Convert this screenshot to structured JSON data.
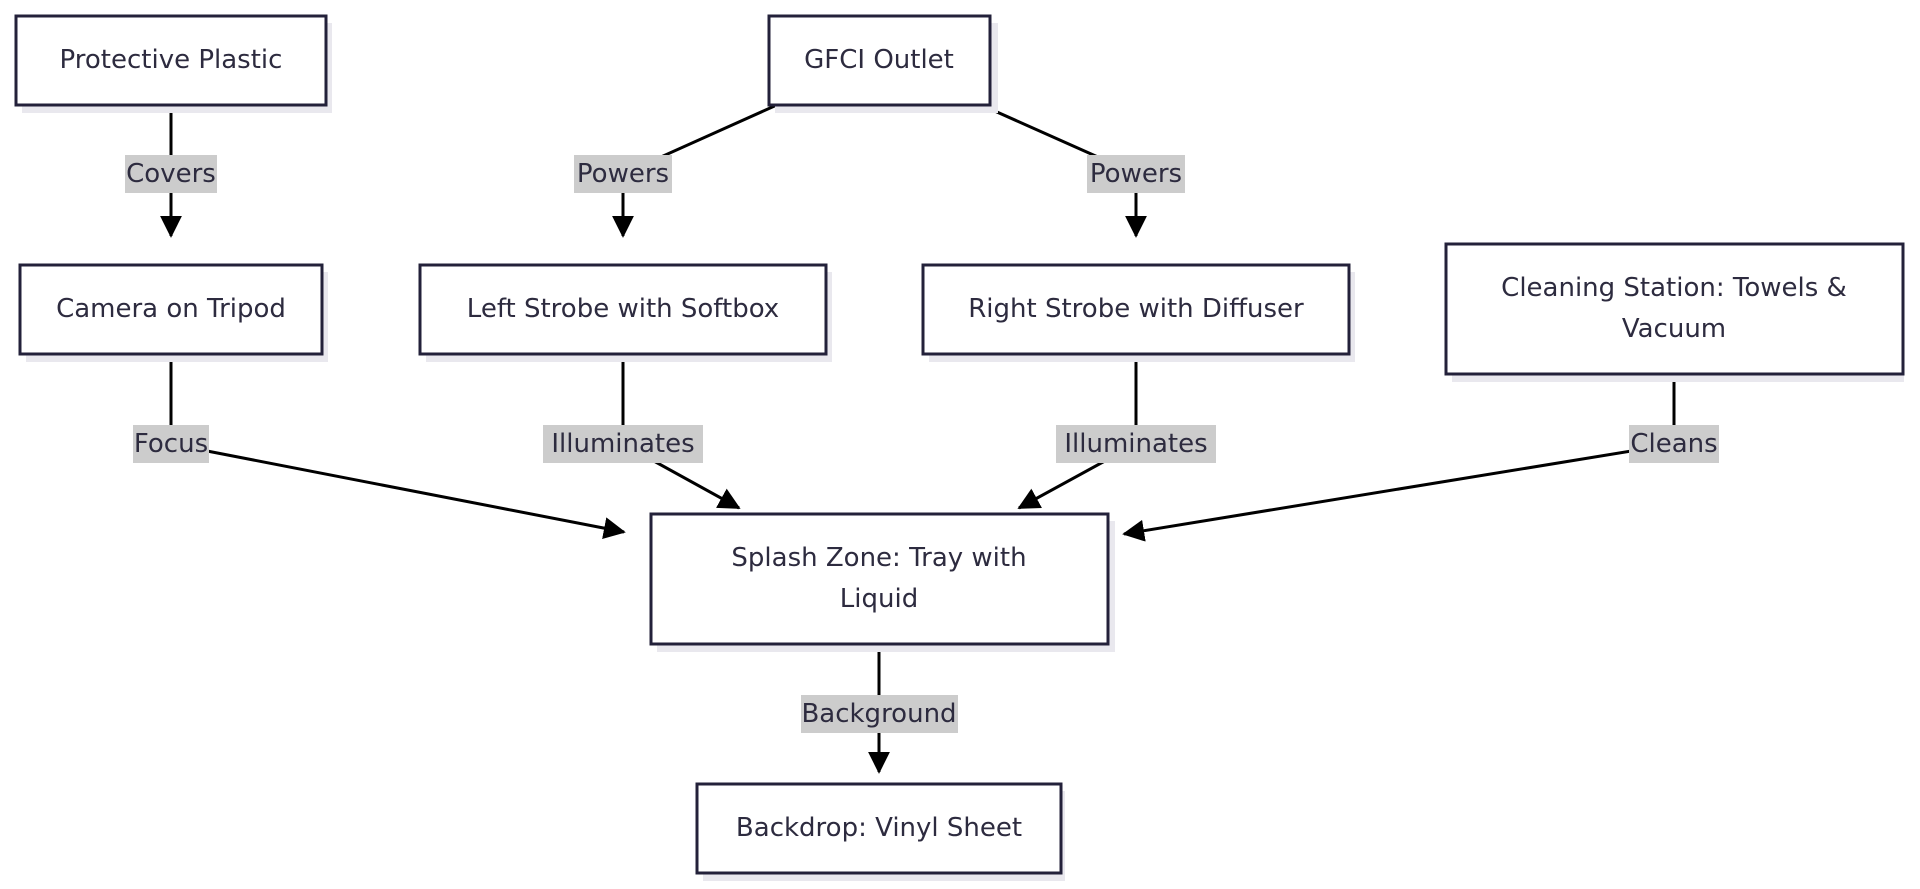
{
  "nodes": {
    "protective_plastic": "Protective Plastic",
    "gfci_outlet": "GFCI Outlet",
    "camera": "Camera on Tripod",
    "left_strobe": "Left Strobe with Softbox",
    "right_strobe": "Right Strobe with Diffuser",
    "cleaning_line1": "Cleaning Station: Towels &",
    "cleaning_line2": "Vacuum",
    "splash_line1": "Splash Zone: Tray with",
    "splash_line2": "Liquid",
    "backdrop": "Backdrop: Vinyl Sheet"
  },
  "edges": {
    "covers": "Covers",
    "powers_left": "Powers",
    "powers_right": "Powers",
    "focus": "Focus",
    "illuminates_left": "Illuminates",
    "illuminates_right": "Illuminates",
    "cleans": "Cleans",
    "background": "Background"
  }
}
